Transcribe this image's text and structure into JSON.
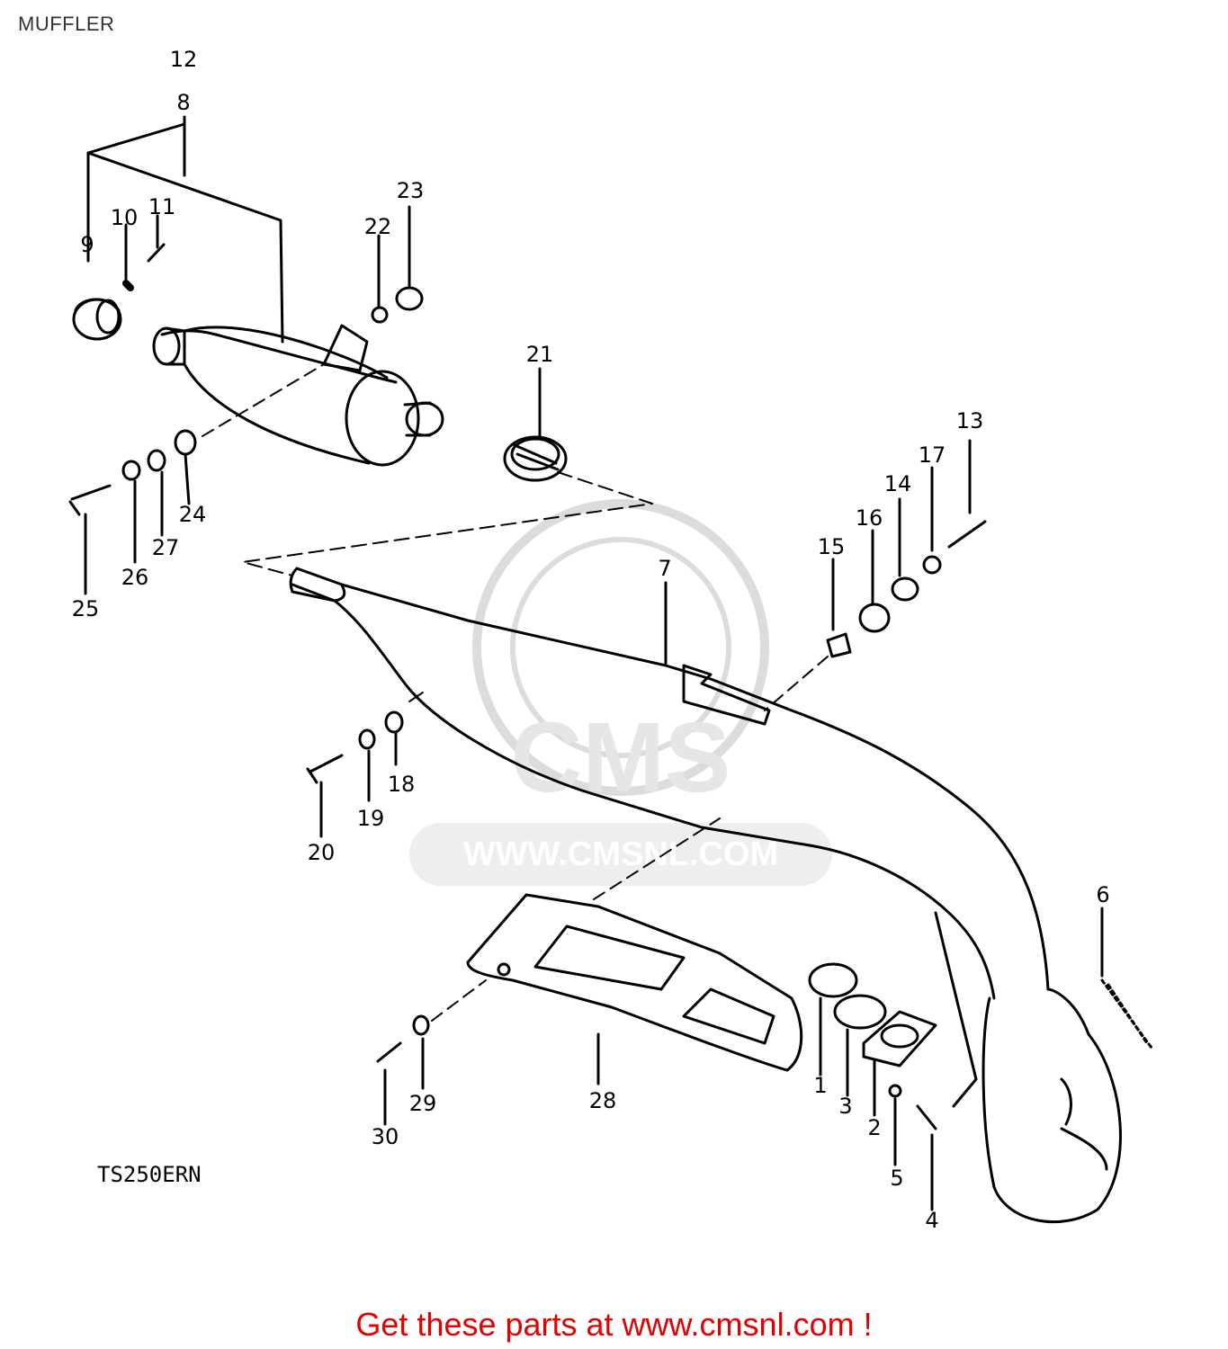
{
  "page": {
    "title": "MUFFLER",
    "model_code": "TS250ERN",
    "cta_text": "Get these parts at www.cmsnl.com !"
  },
  "watermark": {
    "logo_text": "CMS",
    "url_text": "WWW.CMSNL.COM"
  },
  "callouts": [
    "1",
    "2",
    "3",
    "4",
    "5",
    "6",
    "7",
    "8",
    "9",
    "10",
    "11",
    "12",
    "13",
    "14",
    "15",
    "16",
    "17",
    "18",
    "19",
    "20",
    "21",
    "22",
    "23",
    "24",
    "25",
    "26",
    "27",
    "28",
    "29",
    "30"
  ],
  "colors": {
    "cta": "#e30000",
    "line": "#000000",
    "watermark": "#dcdcdc"
  }
}
